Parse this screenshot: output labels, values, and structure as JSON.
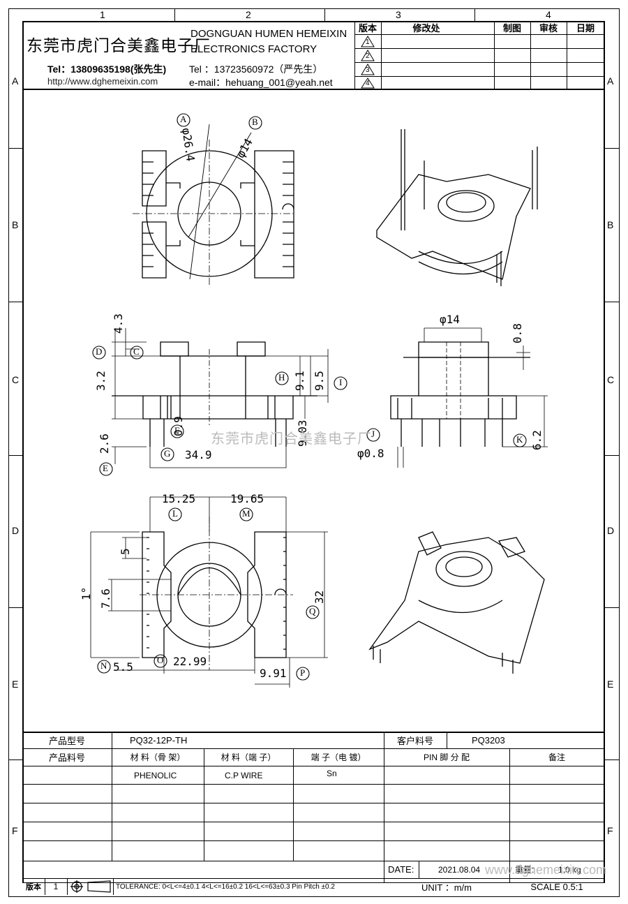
{
  "grid": {
    "columns": [
      "1",
      "2",
      "3",
      "4"
    ],
    "rows": [
      "A",
      "B",
      "C",
      "D",
      "E",
      "F"
    ]
  },
  "company": {
    "name_cn": "东莞市虎门合美鑫电子厂",
    "name_en_1": "DOGNGUAN HUMEN HEMEIXIN",
    "name_en_2": "ELECTRONICS FACTORY",
    "tel1": "Tel：13809635198(张先生)",
    "tel2": "Tel ：13723560972（严先生）",
    "url": "http://www.dghemeixin.com",
    "email": "e-mail：hehuang_001@yeah.net"
  },
  "revision_table": {
    "headers": [
      "版本",
      "修改处",
      "制图",
      "审核",
      "日期"
    ],
    "marks": [
      "1",
      "2",
      "3",
      "4"
    ]
  },
  "watermark": {
    "text": "东莞市虎门合美鑫电子厂",
    "url_text": "www.dghemeixin.com"
  },
  "views": {
    "top": {
      "labels": [
        "A",
        "B"
      ],
      "dims": [
        "φ26.4",
        "φ14"
      ]
    },
    "side": {
      "labels": [
        "C",
        "D",
        "E",
        "F",
        "G",
        "H",
        "I"
      ],
      "dims": [
        "4.3",
        "3.2",
        "2.6",
        "0.9",
        "34.9",
        "9.1",
        "9.5",
        "9.03"
      ]
    },
    "end": {
      "labels": [
        "J",
        "K"
      ],
      "dims": [
        "φ14",
        "0.8",
        "6.2",
        "φ0.8"
      ]
    },
    "bottom": {
      "labels": [
        "L",
        "M",
        "N",
        "O",
        "P",
        "Q"
      ],
      "dims": [
        "15.25",
        "19.65",
        "5",
        "7.6",
        "1°",
        "32",
        "5.5",
        "22.99",
        "9.91"
      ]
    }
  },
  "info_table": {
    "model_label": "产品型号",
    "model_value": "PQ32-12P-TH",
    "customer_label": "客户料号",
    "customer_value": "PQ3203",
    "part_label": "产品料号",
    "mat_bobbin_label": "材 料（骨 架）",
    "mat_pin_label": "材 料（端 子）",
    "plating_label": "端 子（电 镀）",
    "pin_label": "PIN 脚 分 配",
    "remark_label": "备注",
    "mat_bobbin": "PHENOLIC",
    "mat_pin": "C.P WIRE",
    "plating": "Sn",
    "date_label": "DATE:",
    "date_value": "2021.08.04",
    "weight_label": "重量:",
    "weight_value": "1.0 kg",
    "version_label": "版本",
    "version_value": "1",
    "tolerance": "TOLERANCE:  0<L<=4±0.1  4<L<=16±0.2  16<L<=63±0.3  Pin Pitch  ±0.2",
    "unit": "UNIT ：m/m",
    "scale": "SCALE  0.5:1"
  }
}
